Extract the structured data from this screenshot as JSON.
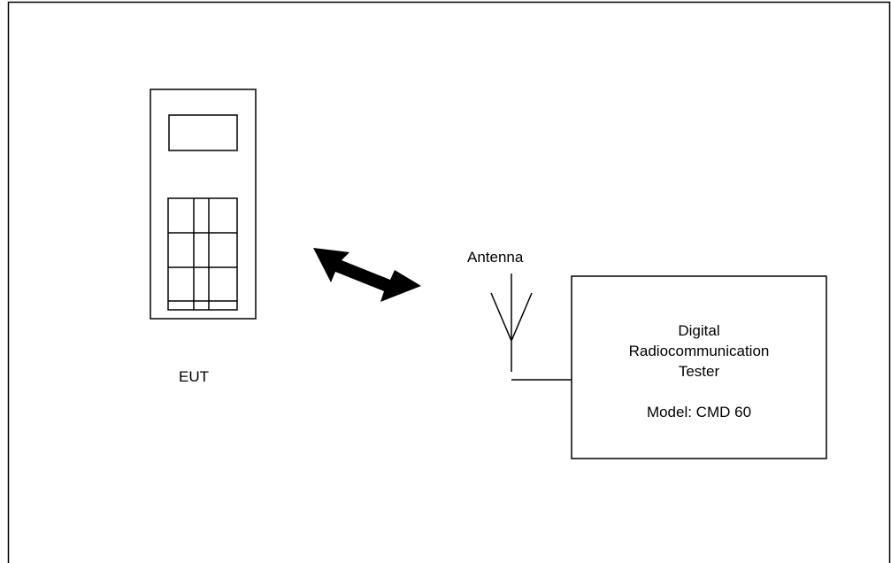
{
  "labels": {
    "eut": "EUT",
    "antenna": "Antenna"
  },
  "tester": {
    "line1": "Digital",
    "line2": "Radiocommunication",
    "line3": "Tester",
    "model": "Model: CMD 60"
  }
}
